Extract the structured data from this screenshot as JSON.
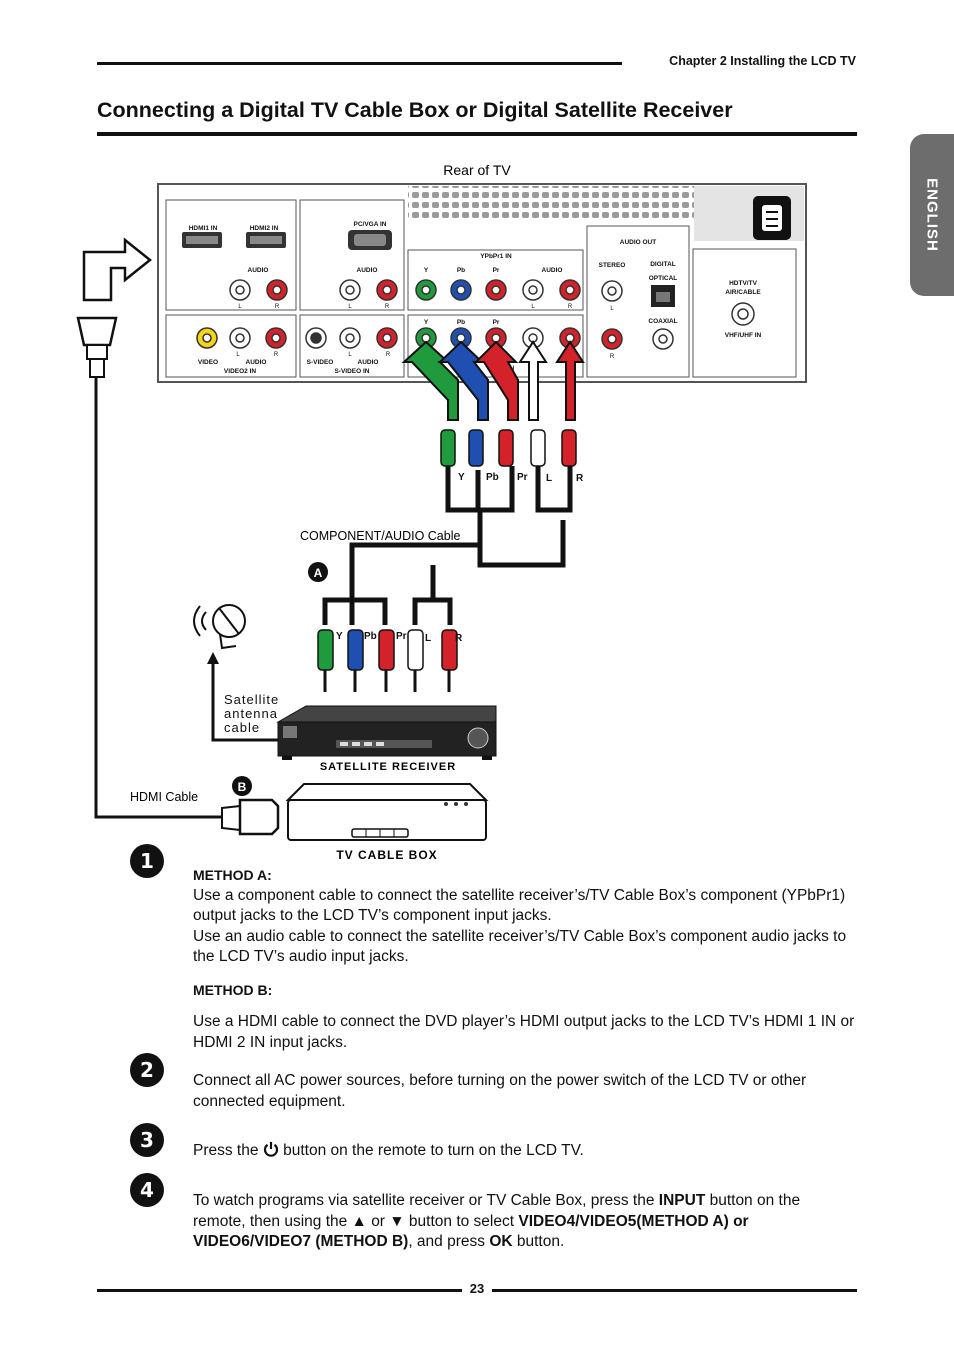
{
  "header": {
    "chapter": "Chapter 2 Installing the LCD TV"
  },
  "title": "Connecting a Digital TV Cable Box or Digital Satellite Receiver",
  "side_tab": "ENGLISH",
  "diagram": {
    "rear_label": "Rear of TV",
    "panel": {
      "hdmi1": "HDMI1 IN",
      "hdmi2": "HDMI2 IN",
      "pcvga": "PC/VGA IN",
      "audio": "AUDIO",
      "L": "L",
      "R": "R",
      "ypbpr1": "YPbPr1 IN",
      "Y": "Y",
      "Pb": "Pb",
      "Pr": "Pr",
      "audio_out": "AUDIO OUT",
      "stereo": "STEREO",
      "digital": "DIGITAL",
      "optical": "OPTICAL",
      "coaxial": "COAXIAL",
      "hdtv": "HDTV/TV",
      "aircable": "AIR/CABLE",
      "vhf": "VHF/UHF IN",
      "video": "VIDEO",
      "video2": "VIDEO2 IN",
      "svideo": "S-VIDEO",
      "svideo_in": "S-VIDEO IN",
      "in_partial": "IN"
    },
    "component_cable": "COMPONENT/AUDIO Cable",
    "badge_a": "A",
    "badge_b": "B",
    "satellite_antenna": [
      "Satellite",
      "antenna",
      "cable"
    ],
    "satellite_receiver": "SATELLITE RECEIVER",
    "hdmi_cable": "HDMI Cable",
    "tv_cable_box": "TV CABLE BOX",
    "plug_labels": [
      "Y",
      "Pb",
      "Pr",
      "L",
      "R"
    ],
    "colors": {
      "green": "#1f9a3c",
      "blue": "#1f4fb0",
      "red": "#d3222a",
      "white": "#f4f4f4"
    }
  },
  "steps": [
    {
      "number": "1",
      "method_a_head": "METHOD A:",
      "method_a_text1": "Use a component cable to connect the satellite receiver’s/TV Cable Box’s component (YPbPr1) output jacks to the LCD TV’s component input jacks.",
      "method_a_text2": "Use an audio cable to connect the satellite receiver’s/TV Cable Box’s component audio jacks to the LCD TV’s audio input jacks.",
      "method_b_head": "METHOD B:",
      "method_b_text": "Use a HDMI cable to connect the DVD player’s HDMI output jacks to the LCD TV’s HDMI 1 IN or HDMI 2 IN input jacks."
    },
    {
      "number": "2",
      "text": "Connect all AC power sources, before turning on the power switch of the LCD TV or other connected equipment."
    },
    {
      "number": "3",
      "text_before": "Press the",
      "text_after": "button on the remote to turn on the LCD TV."
    },
    {
      "number": "4",
      "t1": "To watch programs via satellite receiver or TV Cable Box, press the ",
      "b1": "INPUT",
      "t2": " button on the remote, then using the ▲ or ▼ button to select ",
      "b2": "VIDEO4/VIDEO5(METHOD A) or VIDEO6/VIDEO7 (METHOD B)",
      "t3": ", and press ",
      "b3": "OK",
      "t4": " button."
    }
  ],
  "footer": {
    "page": "23"
  }
}
